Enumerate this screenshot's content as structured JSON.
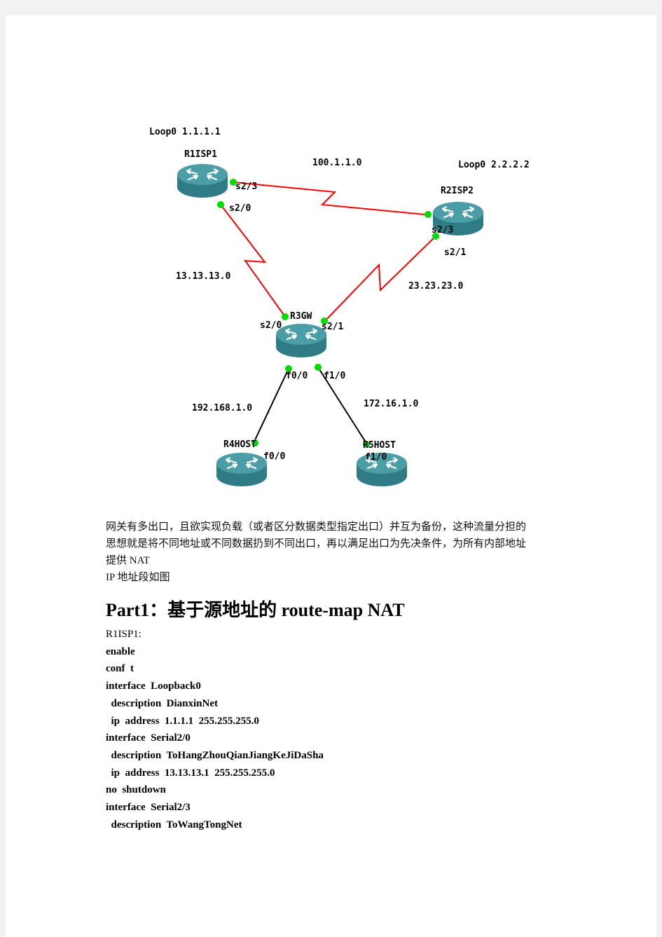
{
  "diagram": {
    "routers": [
      {
        "id": "r1",
        "name": "R1ISP1",
        "loopback": "Loop0 1.1.1.1"
      },
      {
        "id": "r2",
        "name": "R2ISP2",
        "loopback": "Loop0 2.2.2.2"
      },
      {
        "id": "r3",
        "name": "R3GW"
      },
      {
        "id": "r4",
        "name": "R4HOST"
      },
      {
        "id": "r5",
        "name": "R5HOST"
      }
    ],
    "links": [
      {
        "network": "100.1.1.0",
        "type": "serial",
        "a_port": "s2/3",
        "b_port": "s2/3"
      },
      {
        "network": "13.13.13.0",
        "type": "serial",
        "a_port": "s2/0",
        "b_port": "s2/0"
      },
      {
        "network": "23.23.23.0",
        "type": "serial",
        "a_port": "s2/1",
        "b_port": "s2/1"
      },
      {
        "network": "192.168.1.0",
        "type": "ethernet",
        "a_port": "f0/0",
        "b_port": "f0/0"
      },
      {
        "network": "172.16.1.0",
        "type": "ethernet",
        "a_port": "f1/0",
        "b_port": "f1/0"
      }
    ],
    "colors": {
      "serial": "#ff0000",
      "ethernet": "#000000",
      "port_dot": "#00dd00",
      "router_top": "#4c9ea6",
      "router_side": "#2f7c86"
    }
  },
  "intro": {
    "lines": [
      "网关有多出口，且欲实现负载（或者区分数据类型指定出口）并互为备份，这种流量分担的",
      "思想就是将不同地址或不同数据扔到不同出口，再以满足出口为先决条件，为所有内部地址",
      "提供 NAT",
      "IP 地址段如图"
    ]
  },
  "heading": "Part1：基于源地址的 route-map  NAT",
  "config": {
    "lines": [
      "R1ISP1:",
      "enable",
      "conf  t",
      "interface  Loopback0",
      "  description  DianxinNet",
      "  ip  address  1.1.1.1  255.255.255.0",
      "interface  Serial2/0",
      "  description  ToHangZhouQianJiangKeJiDaSha",
      "  ip  address  13.13.13.1  255.255.255.0",
      "no  shutdown",
      "interface  Serial2/3",
      "  description  ToWangTongNet"
    ]
  }
}
